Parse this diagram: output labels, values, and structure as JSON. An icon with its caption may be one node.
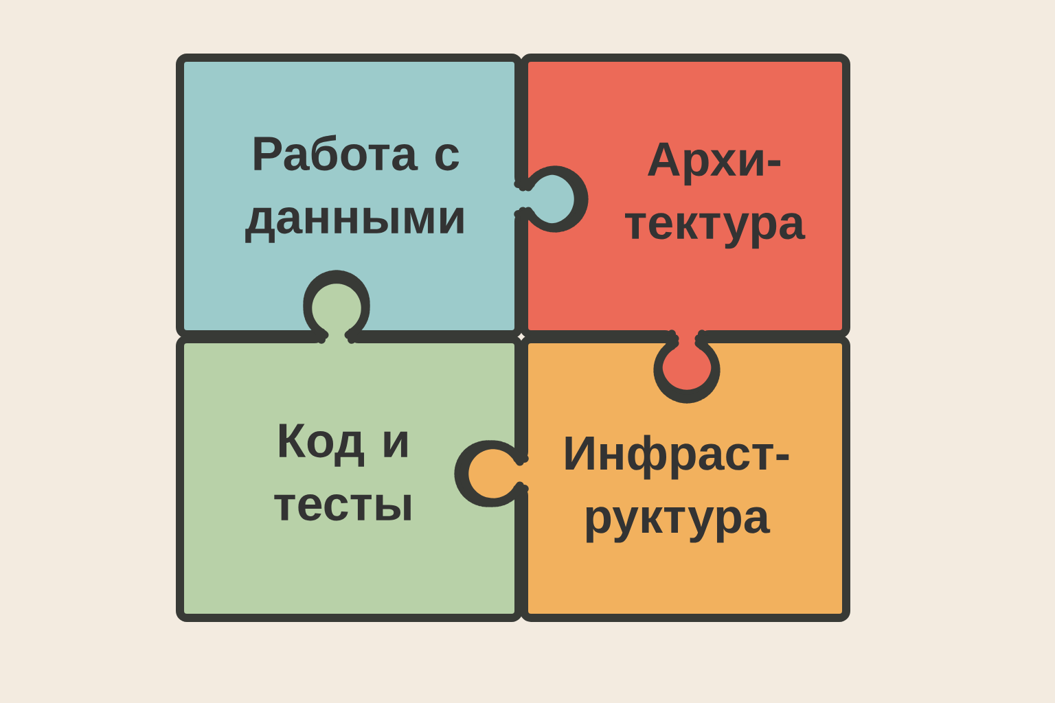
{
  "diagram": {
    "nodes": [
      {
        "text": [
          "Работа с данными"
        ]
      },
      {
        "text": [
          "Архи- тектура"
        ]
      },
      {
        "text": [
          "Код и тесты"
        ]
      },
      {
        "text": [
          "Инфраст- руктура"
        ]
      }
    ]
  }
}
